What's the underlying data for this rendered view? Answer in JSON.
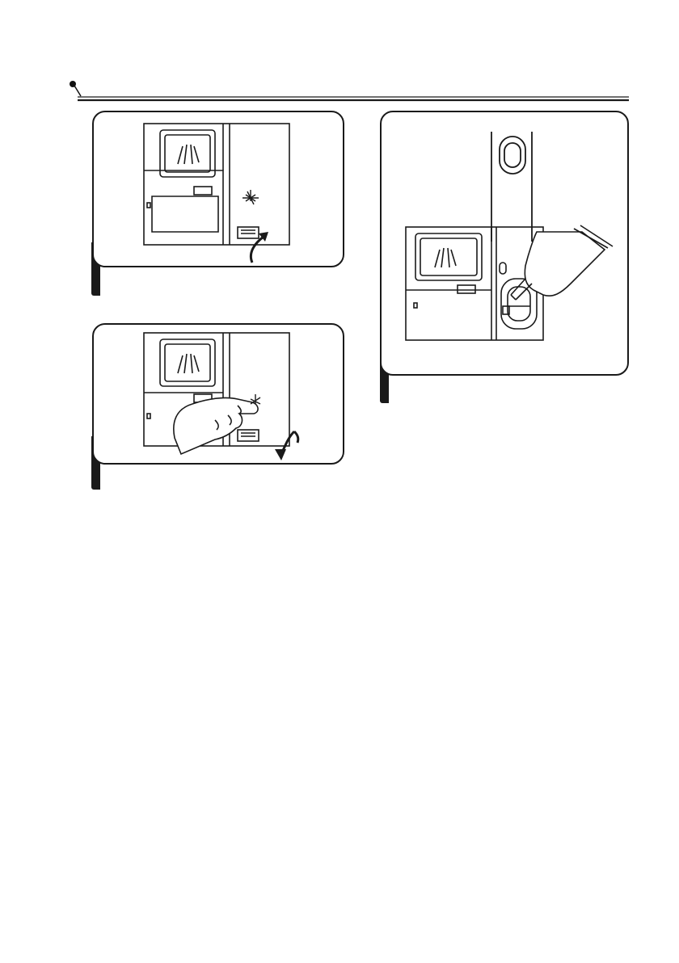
{
  "page": {
    "background": "#ffffff",
    "line_color": "#1a1a1a"
  },
  "header": {
    "bullet_icon": "bullet-dot-icon",
    "divider": "double-rule"
  },
  "figures": [
    {
      "id": "step-1",
      "illustration": "dispenser-lid-closed",
      "icons": [
        "sparkle-icon",
        "curved-arrow-up-icon"
      ]
    },
    {
      "id": "step-2",
      "illustration": "dispenser-press-lid",
      "icons": [
        "hand-icon",
        "sparkle-icon",
        "curved-arrow-down-icon"
      ]
    },
    {
      "id": "step-3",
      "illustration": "rinse-aid-fill",
      "icons": [
        "spray-arm-icon",
        "bottle-icon"
      ]
    }
  ]
}
